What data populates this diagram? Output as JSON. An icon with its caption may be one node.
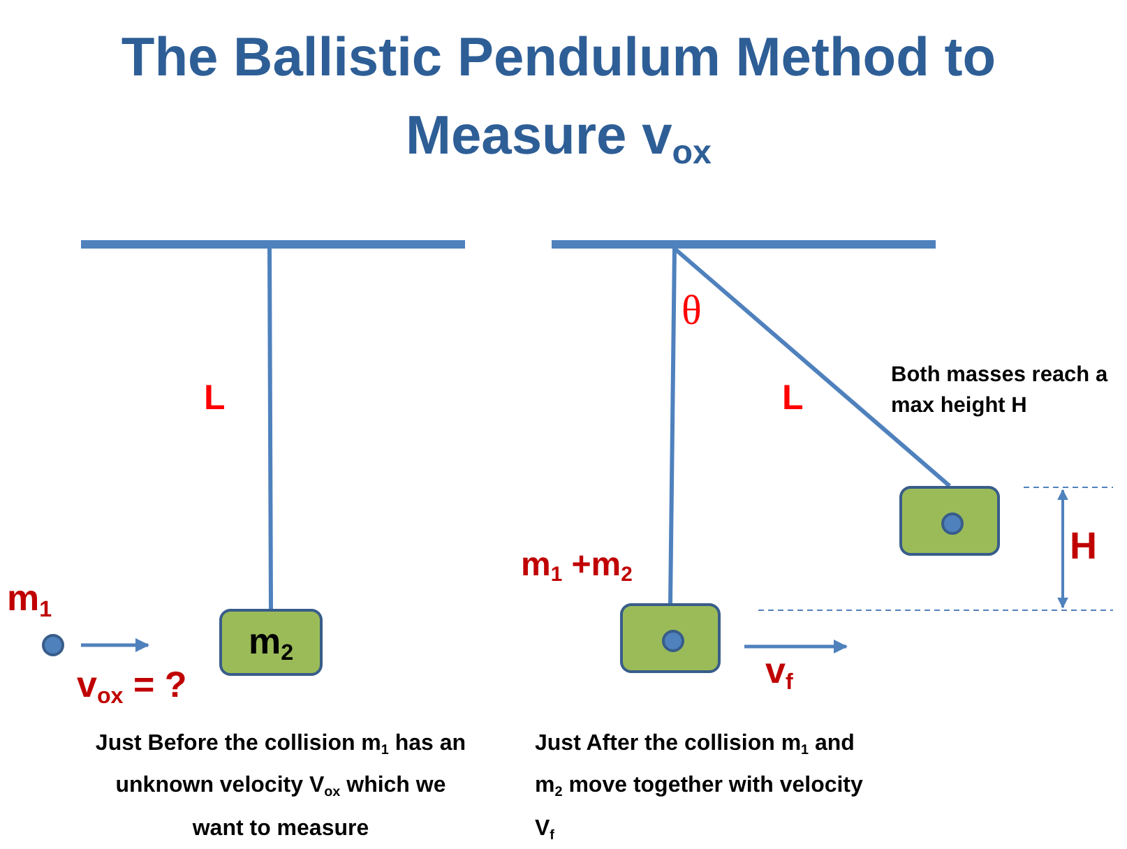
{
  "diagram": {
    "title": "The Ballistic Pendulum Method to Measure v$_{ox}$",
    "nodes": [
      {
        "text": [],
        "shape": "bar"
      },
      {
        "text": [
          "m$_{2}$"
        ]
      },
      {
        "text": [],
        "shape": "circle",
        "beside": [
          "m$_{1}$"
        ]
      },
      {
        "text": [],
        "shape": "bar"
      },
      {
        "text": [],
        "shape": "box",
        "beside": [
          "m$_{1}$ +m$_{2}$"
        ]
      },
      {
        "text": [],
        "shape": "circle",
        "in": 4
      },
      {
        "text": [],
        "shape": "box"
      },
      {
        "text": [],
        "shape": "circle",
        "in": 6
      }
    ],
    "edges": [
      {
        "from": 0,
        "to": 1,
        "arrow": "none",
        "label": "L"
      },
      {
        "from": 3,
        "to": 4,
        "arrow": "none"
      },
      {
        "from": 3,
        "to": 6,
        "arrow": "none",
        "label": "L"
      }
    ],
    "labels": [
      "θ",
      "Both masses reach a max height H",
      "H",
      "v$_{ox}$ = ?",
      "v$_{f}$",
      "Just Before the collision m$_{1}$ has an unknown velocity V$_{ox}$ which we want to measure",
      "Just After the collision m$_{1}$ and m$_{2}$ move together with velocity V$_{f}$"
    ]
  }
}
